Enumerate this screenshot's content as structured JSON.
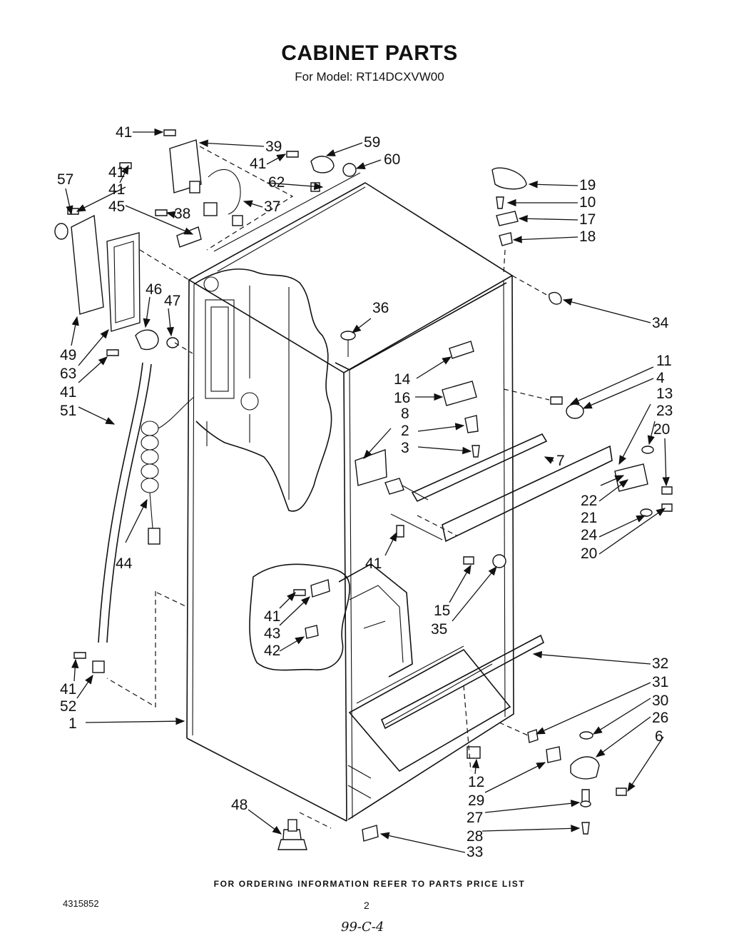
{
  "header": {
    "title": "CABINET PARTS",
    "subtitle": "For Model: RT14DCXVW00"
  },
  "footer": {
    "ordering_info": "FOR ORDERING INFORMATION REFER TO PARTS PRICE LIST",
    "document_number": "4315852",
    "page_number": "2",
    "handwritten_note": "99-C-4"
  },
  "callouts": [
    "41",
    "39",
    "59",
    "41",
    "60",
    "62",
    "37",
    "38",
    "41",
    "45",
    "57",
    "41",
    "19",
    "10",
    "17",
    "18",
    "34",
    "36",
    "46",
    "47",
    "49",
    "63",
    "41",
    "51",
    "11",
    "4",
    "14",
    "16",
    "13",
    "23",
    "8",
    "2",
    "20",
    "3",
    "7",
    "22",
    "21",
    "24",
    "20",
    "41",
    "44",
    "15",
    "35",
    "41",
    "43",
    "42",
    "32",
    "41",
    "52",
    "31",
    "30",
    "1",
    "26",
    "6",
    "12",
    "29",
    "27",
    "28",
    "48",
    "33"
  ]
}
